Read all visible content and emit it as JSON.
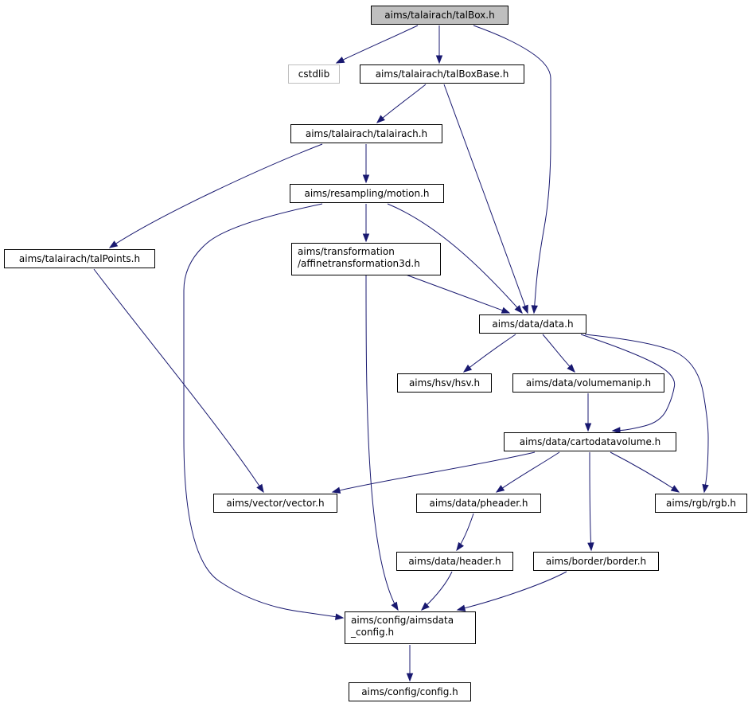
{
  "nodes": {
    "talbox": [
      "aims/talairach/talBox.h"
    ],
    "cstdlib": [
      "cstdlib"
    ],
    "talboxbase": [
      "aims/talairach/talBoxBase.h"
    ],
    "talairach": [
      "aims/talairach/talairach.h"
    ],
    "motion": [
      "aims/resampling/motion.h"
    ],
    "talpoints": [
      "aims/talairach/talPoints.h"
    ],
    "affine": [
      "aims/transformation",
      "/affinetransformation3d.h"
    ],
    "data": [
      "aims/data/data.h"
    ],
    "hsv": [
      "aims/hsv/hsv.h"
    ],
    "volumemanip": [
      "aims/data/volumemanip.h"
    ],
    "cartodata": [
      "aims/data/cartodatavolume.h"
    ],
    "vector": [
      "aims/vector/vector.h"
    ],
    "pheader": [
      "aims/data/pheader.h"
    ],
    "rgb": [
      "aims/rgb/rgb.h"
    ],
    "header": [
      "aims/data/header.h"
    ],
    "border": [
      "aims/border/border.h"
    ],
    "aimsdata_cfg": [
      "aims/config/aimsdata",
      "_config.h"
    ],
    "config": [
      "aims/config/config.h"
    ]
  },
  "edges": [
    [
      "talbox",
      "cstdlib"
    ],
    [
      "talbox",
      "talboxbase"
    ],
    [
      "talbox",
      "data"
    ],
    [
      "talboxbase",
      "talairach"
    ],
    [
      "talboxbase",
      "data"
    ],
    [
      "talairach",
      "motion"
    ],
    [
      "talairach",
      "talpoints"
    ],
    [
      "motion",
      "affine"
    ],
    [
      "motion",
      "data"
    ],
    [
      "motion",
      "aimsdata_cfg"
    ],
    [
      "talpoints",
      "vector"
    ],
    [
      "affine",
      "data"
    ],
    [
      "affine",
      "aimsdata_cfg"
    ],
    [
      "data",
      "hsv"
    ],
    [
      "data",
      "volumemanip"
    ],
    [
      "data",
      "cartodata"
    ],
    [
      "data",
      "rgb"
    ],
    [
      "volumemanip",
      "cartodata"
    ],
    [
      "cartodata",
      "vector"
    ],
    [
      "cartodata",
      "pheader"
    ],
    [
      "cartodata",
      "rgb"
    ],
    [
      "cartodata",
      "border"
    ],
    [
      "pheader",
      "header"
    ],
    [
      "header",
      "aimsdata_cfg"
    ],
    [
      "border",
      "aimsdata_cfg"
    ],
    [
      "aimsdata_cfg",
      "config"
    ]
  ],
  "colors": {
    "edge": "#191970",
    "root_fill": "#bfbfbf",
    "external_border": "#bfbfbf"
  }
}
